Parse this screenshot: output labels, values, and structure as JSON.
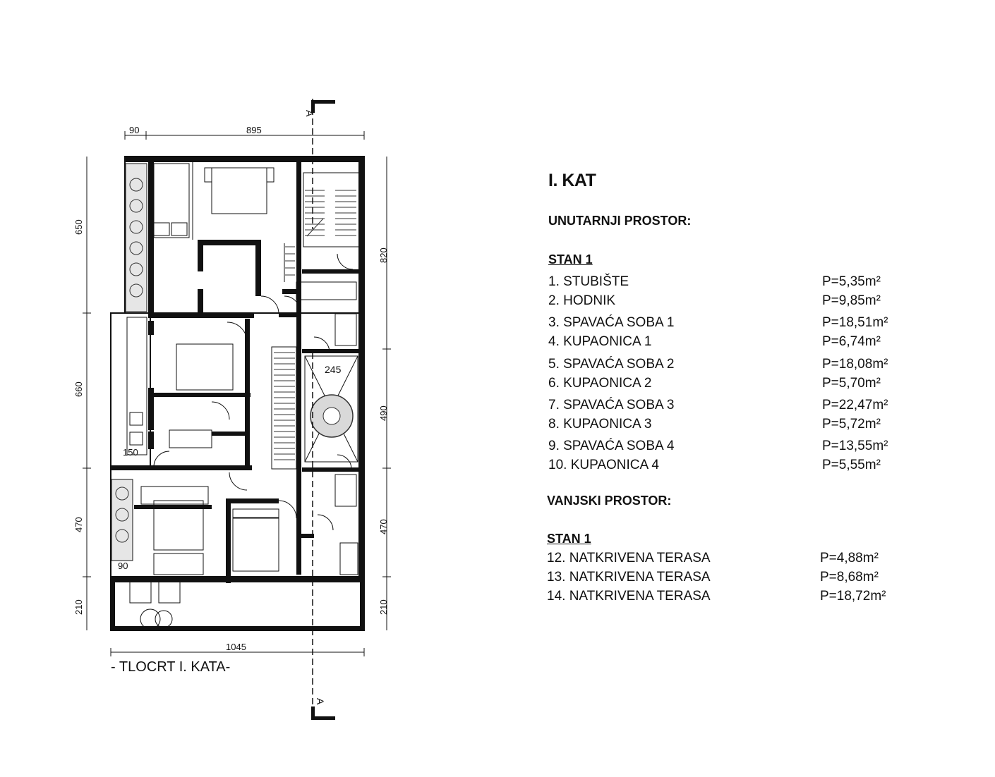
{
  "plan": {
    "caption": "- TLOCRT I. KATA-",
    "section_marker": "A",
    "dimensions": {
      "top_left": "90",
      "top_main": "895",
      "left_1": "650",
      "left_2": "660",
      "left_3": "470",
      "left_4": "210",
      "right_1": "820",
      "right_2": "490",
      "right_3": "470",
      "right_4": "210",
      "bottom": "1045",
      "inner_150": "150",
      "inner_90": "90",
      "inner_245": "245"
    }
  },
  "legend": {
    "title": "I. KAT",
    "interior_heading": "UNUTARNJI PROSTOR:",
    "interior_unit": "STAN 1",
    "interior_rooms": [
      {
        "name": "1. STUBIŠTE",
        "area": "P=5,35m²"
      },
      {
        "name": "2. HODNIK",
        "area": "P=9,85m²"
      },
      {
        "name": "3. SPAVAĆA SOBA 1",
        "area": "P=18,51m²"
      },
      {
        "name": "4. KUPAONICA 1",
        "area": "P=6,74m²"
      },
      {
        "name": "5. SPAVAĆA SOBA 2",
        "area": "P=18,08m²"
      },
      {
        "name": "6. KUPAONICA 2",
        "area": "P=5,70m²"
      },
      {
        "name": "7. SPAVAĆA SOBA 3",
        "area": "P=22,47m²"
      },
      {
        "name": "8. KUPAONICA 3",
        "area": "P=5,72m²"
      },
      {
        "name": "9. SPAVAĆA SOBA 4",
        "area": "P=13,55m²"
      },
      {
        "name": "10. KUPAONICA 4",
        "area": "P=5,55m²"
      }
    ],
    "exterior_heading": "VANJSKI PROSTOR:",
    "exterior_unit": "STAN 1",
    "exterior_rooms": [
      {
        "name": "12. NATKRIVENA TERASA",
        "area": "P=4,88m²"
      },
      {
        "name": "13. NATKRIVENA TERASA",
        "area": "P=8,68m²"
      },
      {
        "name": "14. NATKRIVENA TERASA",
        "area": "P=18,72m²"
      }
    ]
  }
}
